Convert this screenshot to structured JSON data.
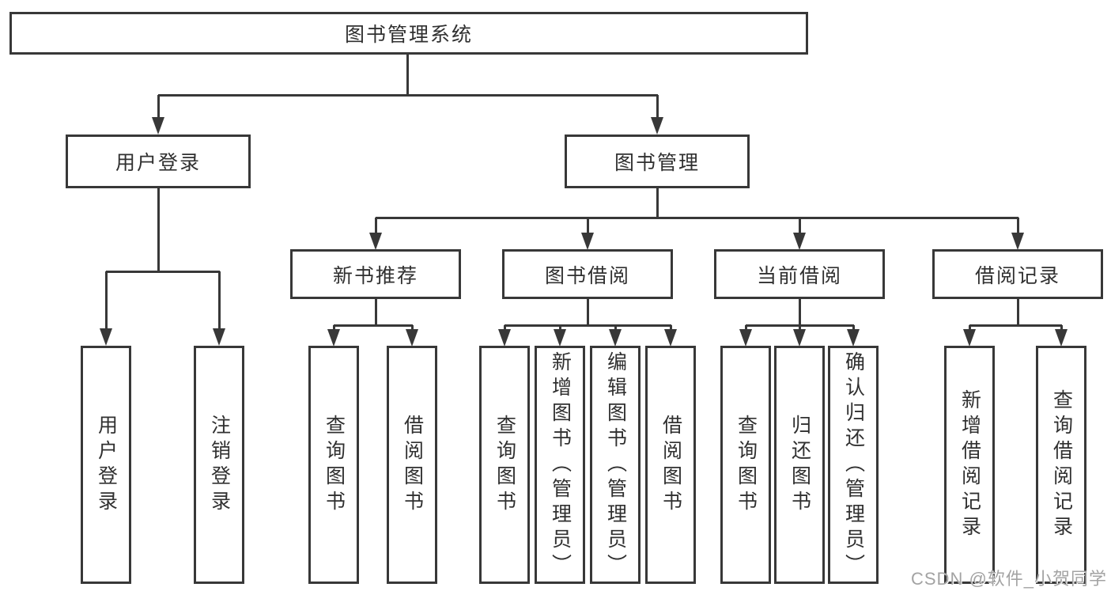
{
  "diagram_title": "图书管理系统",
  "watermark": "CSDN @软件_小贺同学",
  "colors": {
    "line": "#383838",
    "text": "#303030",
    "background": "#ffffff",
    "watermark": "#a3a3a3"
  },
  "nodes": {
    "root": "图书管理系统",
    "level2": [
      "用户登录",
      "图书管理"
    ],
    "level3": [
      "新书推荐",
      "图书借阅",
      "当前借阅",
      "借阅记录"
    ],
    "leaves_user": [
      "用户登录",
      "注销登录"
    ],
    "leaves_newbook": [
      "查询图书",
      "借阅图书"
    ],
    "leaves_borrow": [
      "查询图书",
      "新增图书（管理员）",
      "编辑图书（管理员）",
      "借阅图书"
    ],
    "leaves_current": [
      "查询图书",
      "归还图书",
      "确认归还（管理员）"
    ],
    "leaves_records": [
      "新增借阅记录",
      "查询借阅记录"
    ]
  },
  "hierarchy": {
    "图书管理系统": {
      "用户登录": [
        "用户登录",
        "注销登录"
      ],
      "图书管理": {
        "新书推荐": [
          "查询图书",
          "借阅图书"
        ],
        "图书借阅": [
          "查询图书",
          "新增图书（管理员）",
          "编辑图书（管理员）",
          "借阅图书"
        ],
        "当前借阅": [
          "查询图书",
          "归还图书",
          "确认归还（管理员）"
        ],
        "借阅记录": [
          "新增借阅记录",
          "查询借阅记录"
        ]
      }
    }
  }
}
